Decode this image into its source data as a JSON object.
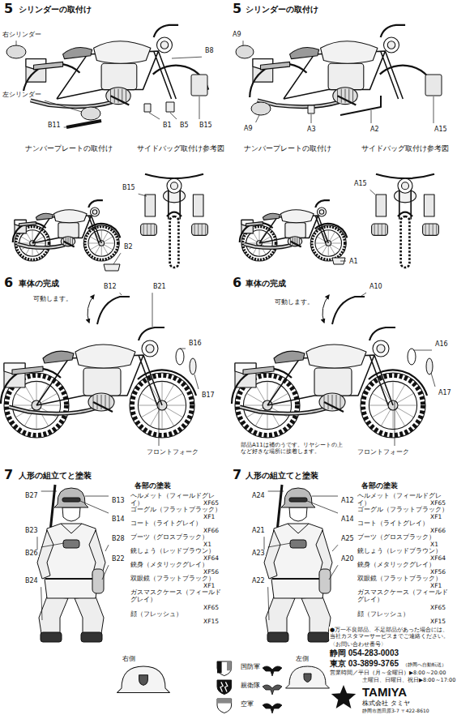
{
  "diagram": {
    "labels": [
      "5",
      "シリンダーの取付け",
      "右シリンダー",
      "左シリンダー",
      "B8",
      "B11",
      "B1",
      "B5",
      "B15",
      "ナンバープレートの取付け",
      "サイドバッグ取付け参考図",
      "B15",
      "B2",
      "6",
      "車体の完成",
      "可動します。",
      "B12",
      "B21",
      "B16",
      "B17",
      "フロントフォーク",
      "7",
      "人形の組立てと塗装",
      "B27",
      "B13",
      "B14",
      "B23",
      "B28",
      "B26",
      "B22",
      "B24",
      "各部の塗装",
      "ヘルメット（フィールドグレイ）",
      "XF65",
      "ゴーグル（フラットブラック）",
      "XF1",
      "コート（ライトグレイ）",
      "XF66",
      "ブーツ（グロスブラック）",
      "X1",
      "銃しょう（レッドブラウン）",
      "XF64",
      "銃身（メタリックグレイ）",
      "XF56",
      "双眼鏡（フラットブラック）",
      "XF1",
      "ガスマスクケース（フィールドグレイ）",
      "XF65",
      "顔（フレッシュ）",
      "XF15",
      "5",
      "シリンダーの取付け",
      "A9",
      "A9",
      "A3",
      "A2",
      "A15",
      "ナンバープレートの取付け",
      "サイドバッグ取付け参考図",
      "A15",
      "A1",
      "6",
      "車体の完成",
      "A10",
      "可動します。",
      "A16",
      "部品A11は補のうです。リヤシートの上など好きな場所に接着します。",
      "A17",
      "フロントフォーク",
      "7",
      "人形の組立てと塗装",
      "A24",
      "A12",
      "A14",
      "A21",
      "A25",
      "A23",
      "A20",
      "A22",
      "各部の塗装",
      "ヘルメット（フィールドグレイ）",
      "XF65",
      "ゴーグル（フラットブラック）",
      "XF1",
      "コート（ライトグレイ）",
      "XF66",
      "ブーツ（グロスブラック）",
      "X1",
      "銃しょう（レッドブラウン）",
      "XF64",
      "銃身（メタリックグレイ）",
      "XF56",
      "双眼鏡（フラットブラック）",
      "XF1",
      "ガスマスクケース（フィールドグレイ）",
      "XF65",
      "顔（フレッシュ）",
      "XF15",
      "右側",
      "国防軍",
      "親衛隊",
      "空軍",
      "左側",
      "●万一不良部品、不足部品があった場合には、当社カスタマーサービスまでご連絡ください。",
      "〈お問い合わせ番号〉",
      "静岡 054-283-0003",
      "東京 03-3899-3765",
      "（静岡へ自動転送）",
      "営業時間／平日（月～金曜日）▶8:00～20:00",
      "土曜日、日曜日、祝日▶8:00～17:00",
      "TAMIYA",
      "株式会社 タミヤ",
      "静岡市恩田原3-7 〒422-8610"
    ]
  }
}
